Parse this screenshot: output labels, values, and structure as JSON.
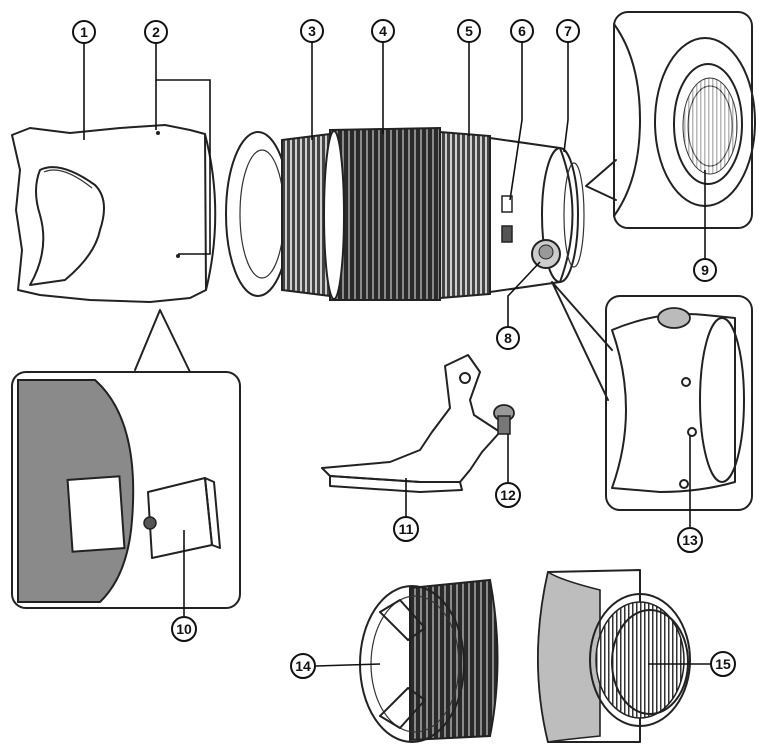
{
  "callouts": [
    {
      "num": "1"
    },
    {
      "num": "2"
    },
    {
      "num": "3"
    },
    {
      "num": "4"
    },
    {
      "num": "5"
    },
    {
      "num": "6"
    },
    {
      "num": "7"
    },
    {
      "num": "8"
    },
    {
      "num": "9"
    },
    {
      "num": "10"
    },
    {
      "num": "11"
    },
    {
      "num": "12"
    },
    {
      "num": "13"
    },
    {
      "num": "14"
    },
    {
      "num": "15"
    }
  ],
  "colors": {
    "ink": "#222222",
    "hood_shade": "#8a8a8a",
    "barrel_dark": "#1a1a1a",
    "paper": "#ffffff"
  }
}
